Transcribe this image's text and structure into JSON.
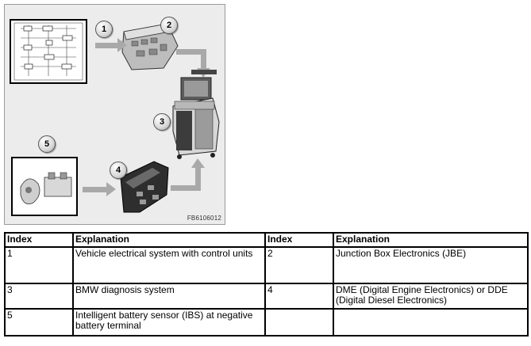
{
  "figure": {
    "code": "FB6106012",
    "callouts": [
      "1",
      "2",
      "3",
      "4",
      "5"
    ]
  },
  "table": {
    "headers": [
      "Index",
      "Explanation",
      "Index",
      "Explanation"
    ],
    "rows": [
      {
        "i1": "1",
        "e1": "Vehicle electrical system with control units",
        "i2": "2",
        "e2": "Junction Box Electronics (JBE)"
      },
      {
        "i1": "3",
        "e1": "BMW diagnosis system",
        "i2": "4",
        "e2": "DME (Digital Engine Electronics) or DDE (Digital Diesel Electronics)"
      },
      {
        "i1": "5",
        "e1": "Intelligent battery sensor (IBS) at negative battery terminal",
        "i2": "",
        "e2": ""
      }
    ]
  }
}
